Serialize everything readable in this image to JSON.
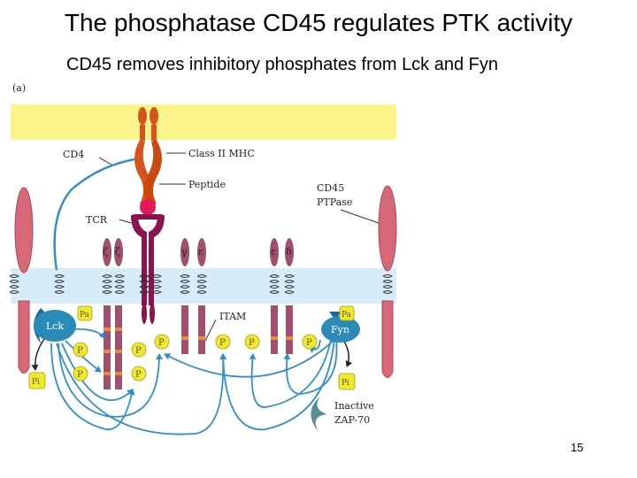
{
  "slide": {
    "title": "The phosphatase CD45 regulates PTK activity",
    "subtitle": "CD45 removes inhibitory phosphates from Lck and Fyn",
    "page_number": "15"
  },
  "figure": {
    "panel": "(a)",
    "labels": {
      "cd4": "CD4",
      "mhc": "Class II MHC",
      "peptide": "Peptide",
      "cd45_line1": "CD45",
      "cd45_line2": "PTPase",
      "tcr": "TCR",
      "zeta": "ζ",
      "gamma": "γ",
      "epsilon": "ε",
      "delta": "δ",
      "itam": "ITAM",
      "lck": "Lck",
      "fyn": "Fyn",
      "inactive": "Inactive",
      "zap70": "ZAP-70",
      "p": "P",
      "pa": "Pa",
      "pi": "Pi"
    },
    "colors": {
      "apc_membrane": "#faf48a",
      "tcell_membrane": "#d6ecfa",
      "mhc": "#d8541c",
      "tcr": "#8a1450",
      "peptide": "#e0195a",
      "cd3": "#a0506e",
      "cd45": "#d86878",
      "lck": "#2a8ab8",
      "zap70": "#5a8e96",
      "phosphate": "#f2ea28",
      "arrows": "#2f8fce"
    }
  }
}
